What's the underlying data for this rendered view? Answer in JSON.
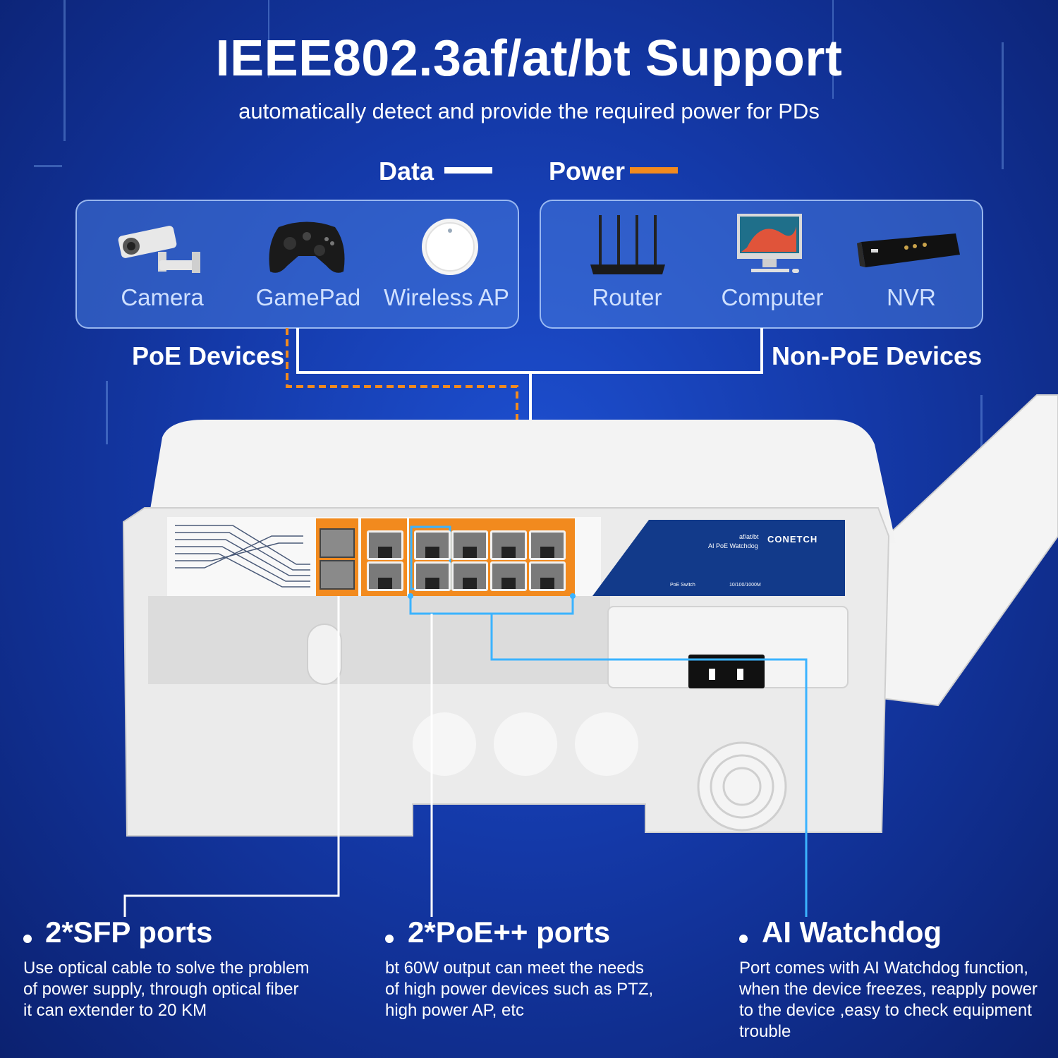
{
  "header": {
    "title": "IEEE802.3af/at/bt Support",
    "subtitle": "automatically detect and provide the required power for PDs"
  },
  "legend": {
    "data_label": "Data",
    "data_color": "#ffffff",
    "power_label": "Power",
    "power_color": "#f28a1e"
  },
  "poe_devices": {
    "group_label": "PoE Devices",
    "items": [
      {
        "label": "Camera",
        "icon": "camera-icon"
      },
      {
        "label": "GamePad",
        "icon": "gamepad-icon"
      },
      {
        "label": "Wireless AP",
        "icon": "wireless-ap-icon"
      }
    ]
  },
  "non_poe_devices": {
    "group_label": "Non-PoE Devices",
    "items": [
      {
        "label": "Router",
        "icon": "router-icon"
      },
      {
        "label": "Computer",
        "icon": "computer-icon"
      },
      {
        "label": "NVR",
        "icon": "nvr-icon"
      }
    ]
  },
  "switch": {
    "brand": "CONETCH",
    "model_line": "af/at/bt",
    "feature_line": "AI PoE Watchdog",
    "type_label": "PoE Switch",
    "speed_label": "10/100/1000M",
    "accent_color": "#f28a1e",
    "panel_color": "#123a8a"
  },
  "features": [
    {
      "title": "2*SFP ports",
      "desc": [
        "Use optical cable to solve the problem",
        "of power supply, through optical fiber",
        "it can extender to 20 KM"
      ]
    },
    {
      "title": "2*PoE++ ports",
      "desc": [
        "bt 60W output can meet the needs",
        "of high power devices such as PTZ,",
        "high power AP, etc"
      ]
    },
    {
      "title": "AI Watchdog",
      "desc": [
        "Port comes with AI Watchdog function,",
        "when the device freezes, reapply power",
        "to the device ,easy to check equipment",
        "trouble"
      ]
    }
  ]
}
